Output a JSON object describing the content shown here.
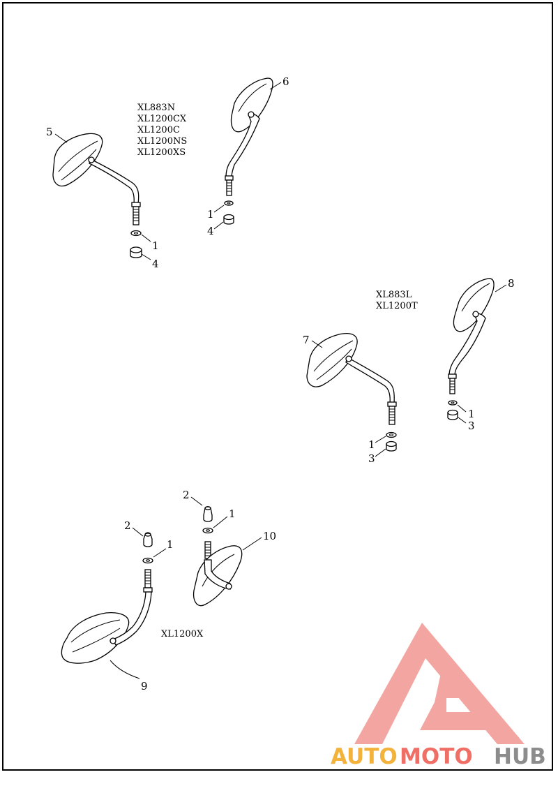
{
  "groups": [
    {
      "id": "top",
      "models": [
        "XL883N",
        "XL1200CX",
        "XL1200C",
        "XL1200NS",
        "XL1200XS"
      ]
    },
    {
      "id": "middle",
      "models": [
        "XL883L",
        "XL1200T"
      ]
    },
    {
      "id": "bottom",
      "models": [
        "XL1200X"
      ]
    }
  ],
  "callouts": {
    "c5": "5",
    "c6": "6",
    "c1a": "1",
    "c4a": "4",
    "c1b": "1",
    "c4b": "4",
    "c7": "7",
    "c8": "8",
    "c1c": "1",
    "c3c": "3",
    "c1d": "1",
    "c3d": "3",
    "c2a": "2",
    "c1e": "1",
    "c2b": "2",
    "c1f": "1",
    "c10": "10",
    "c9": "9"
  },
  "watermark": {
    "brand_part1": "AUTO",
    "brand_part2": "MOTO",
    "brand_part3": "HUB",
    "colors": {
      "part1": "#f2b23c",
      "part2": "#ef6f67",
      "part3": "#8c8c8c",
      "logo": "#f3a6a1"
    }
  }
}
